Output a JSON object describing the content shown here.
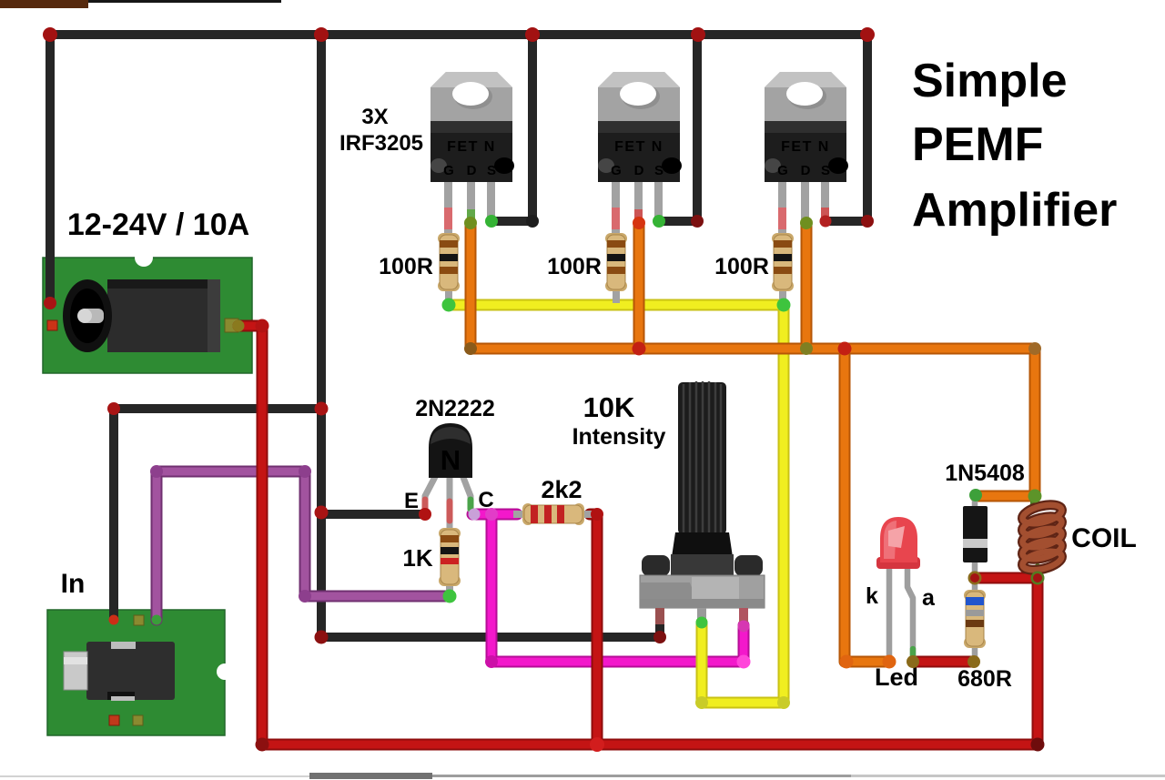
{
  "title": {
    "lines": [
      "Simple",
      "PEMF",
      "Amplifier"
    ]
  },
  "power_jack": {
    "label": "12-24V / 10A"
  },
  "audio_jack": {
    "label": "In"
  },
  "mosfets": {
    "count_label": "3X",
    "part_number": "IRF3205",
    "marking": "FET N",
    "pins": {
      "gate": "G",
      "drain": "D",
      "source": "S"
    },
    "units": [
      {
        "gate_resistor": "100R"
      },
      {
        "gate_resistor": "100R"
      },
      {
        "gate_resistor": "100R"
      }
    ]
  },
  "driver": {
    "part_number": "2N2222",
    "marking": "N",
    "emitter_label": "E",
    "collector_label": "C",
    "base_resistor": "1K",
    "collector_resistor": "2k2"
  },
  "potentiometer": {
    "value": "10K",
    "function_label": "Intensity"
  },
  "output_stage": {
    "diode": "1N5408",
    "coil": "COIL",
    "led_label": "Led",
    "led_cathode": "k",
    "led_anode": "a",
    "led_resistor": "680R"
  },
  "palette": {
    "wire_black": "#262626",
    "wire_red": "#c41414",
    "wire_orange": "#e8760f",
    "wire_yellow": "#f0ee20",
    "wire_magenta": "#f318cb",
    "wire_purple": "#a2539f",
    "pcb_green": "#2e8b33",
    "resistor_body": "#d9b87c",
    "mosfet_tab": "#a3a3a3",
    "mosfet_body": "#1d1d1d",
    "led_red": "#e8454e",
    "coil_copper": "#a34f30"
  }
}
